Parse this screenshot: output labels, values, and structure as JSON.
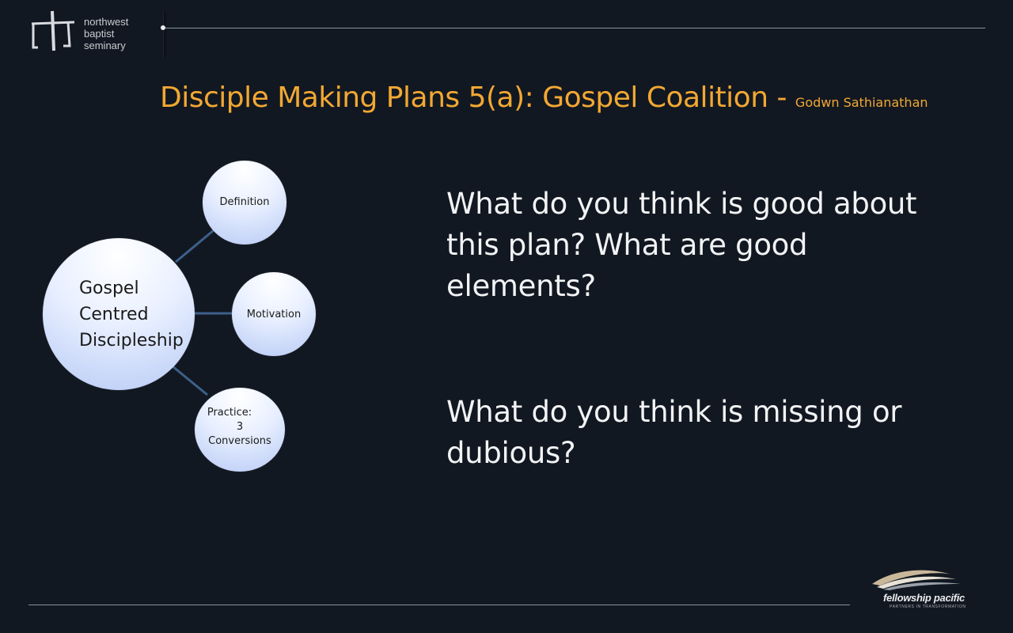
{
  "header": {
    "logo_lines": [
      "northwest",
      "baptist",
      "seminary"
    ]
  },
  "title": {
    "main": "Disciple Making Plans 5(a): Gospel Coalition",
    "separator": " - ",
    "author": "Godwn Sathianathan"
  },
  "diagram": {
    "center": "Gospel\nCentred\nDiscipleship",
    "definition": "Definition",
    "motivation": "Motivation",
    "practice_line1": "Practice:",
    "practice_line2": "3",
    "practice_line3": "Conversions"
  },
  "questions": {
    "q1": "What do you think is good about this plan?  What are good elements?",
    "q2": "What do you think is missing or dubious?"
  },
  "footer": {
    "brand": "fellowship pacific",
    "tagline": "PARTNERS IN TRANSFORMATION"
  },
  "colors": {
    "background": "#121821",
    "title": "#f2a833",
    "text": "#f2f3f5",
    "node_fill": "#dbe6ff",
    "connector": "#3d5f8a"
  }
}
